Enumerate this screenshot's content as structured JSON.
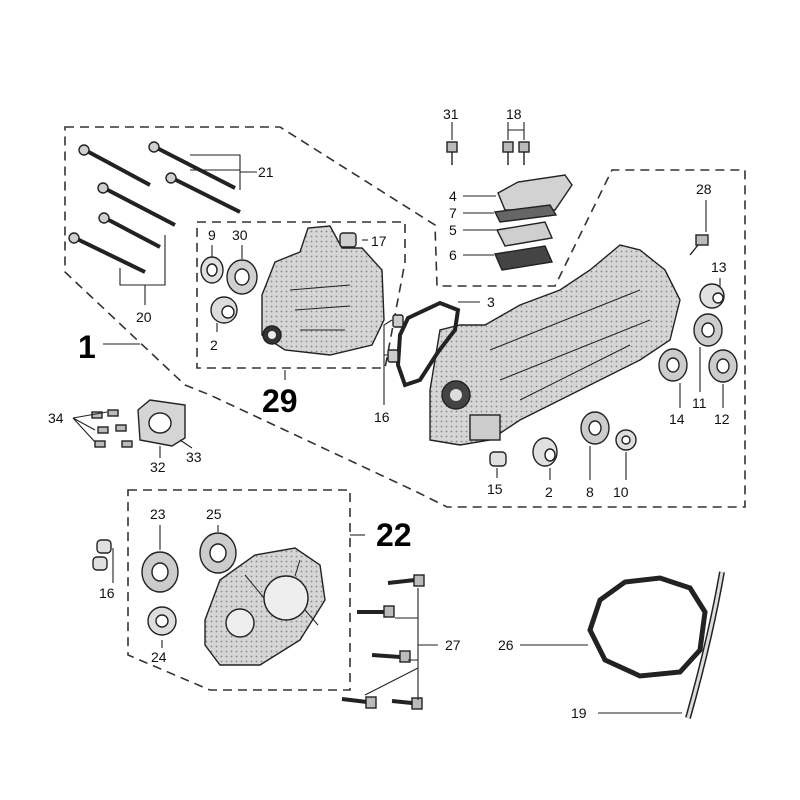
{
  "diagram": {
    "group_numbers": {
      "crankcase": "1",
      "cylinder_half": "29",
      "clutch_cover": "22"
    },
    "labels": {
      "n2a": "2",
      "n2b": "2",
      "n3": "3",
      "n4": "4",
      "n5": "5",
      "n6": "6",
      "n7": "7",
      "n8": "8",
      "n9": "9",
      "n10": "10",
      "n11": "11",
      "n12": "12",
      "n13": "13",
      "n14": "14",
      "n15": "15",
      "n16a": "16",
      "n16b": "16",
      "n17": "17",
      "n18": "18",
      "n19": "19",
      "n20": "20",
      "n21": "21",
      "n23": "23",
      "n24": "24",
      "n25": "25",
      "n26": "26",
      "n27": "27",
      "n28": "28",
      "n30": "30",
      "n31": "31",
      "n32": "32",
      "n33": "33",
      "n34": "34"
    },
    "colors": {
      "line": "#222222",
      "fill_light": "#e8e8e8",
      "fill_mid": "#bdbdbd",
      "fill_dark": "#555555"
    }
  }
}
